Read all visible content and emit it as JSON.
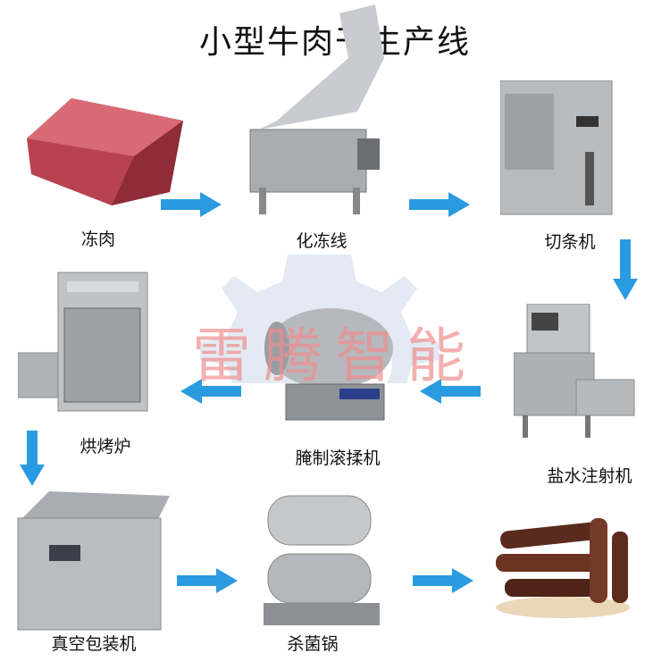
{
  "title": "小型牛肉干生产线",
  "watermark": "雷腾智能",
  "arrow_color": "#2a9be0",
  "steps": [
    {
      "label": "冻肉"
    },
    {
      "label": "化冻线"
    },
    {
      "label": "切条机"
    },
    {
      "label": "盐水注射机"
    },
    {
      "label": "腌制滚揉机"
    },
    {
      "label": "烘烤炉"
    },
    {
      "label": "真空包装机"
    },
    {
      "label": "杀菌锅"
    },
    {
      "label": ""
    }
  ]
}
